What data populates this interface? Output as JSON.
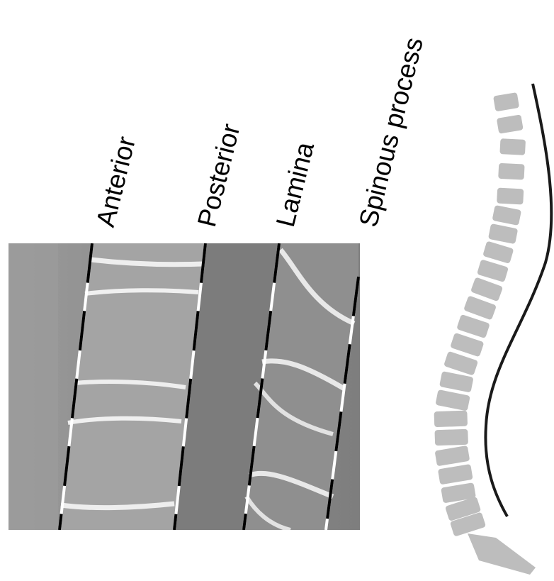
{
  "labels": {
    "anterior": "Anterior",
    "posterior": "Posterior",
    "lamina": "Lamina",
    "spinous_process": "Spinous process"
  },
  "colors": {
    "background": "#ffffff",
    "ct_bone": "#e6e6e6",
    "ct_soft_tissue": "#8a8a8a",
    "vertebra_fill": "#bdbdbd",
    "curve_line": "#1a1a1a",
    "dashed_line_a": "#000000",
    "dashed_line_b": "#ffffff"
  }
}
